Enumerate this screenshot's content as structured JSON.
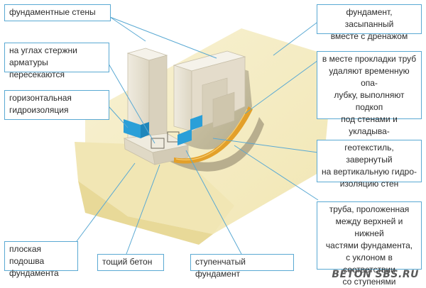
{
  "labels": {
    "foundation_walls": "фундаментные стены",
    "corner_rebar": "на углах стержни\nарматуры пересекаются",
    "horizontal_waterproofing": "горизонтальная\nгидроизоляция",
    "flat_footing": "плоская подошва\nфундамента",
    "lean_concrete": "тощий бетон",
    "stepped_foundation": "ступенчатый фундамент",
    "foundation_backfilled": "фундамент, засыпанный\nвместе с дренажом",
    "pipe_laying": "в месте прокладки труб\nудаляют временную опа-\nлубку, выполняют подкоп\nпод стенами и укладыва-\nют геотекстиль и щебень",
    "geotextile": "геотекстиль, завернутый\nна вертикальную гидро-\nизоляцию стен",
    "pipe": "труба, проложенная\nмежду верхней и нижней\nчастями фундамента,\nс уклоном в соответствии\nсо ступенями"
  },
  "watermark": "BETON SBS.RU",
  "colors": {
    "leader": "#5aa9d3",
    "box_border": "#5aa9d3",
    "concrete": "#e9e4d6",
    "concrete_dark": "#d3cbb6",
    "soil": "#f3e9b9",
    "waterproofing": "#2a9fd8",
    "pipe": "#e3a02a"
  }
}
